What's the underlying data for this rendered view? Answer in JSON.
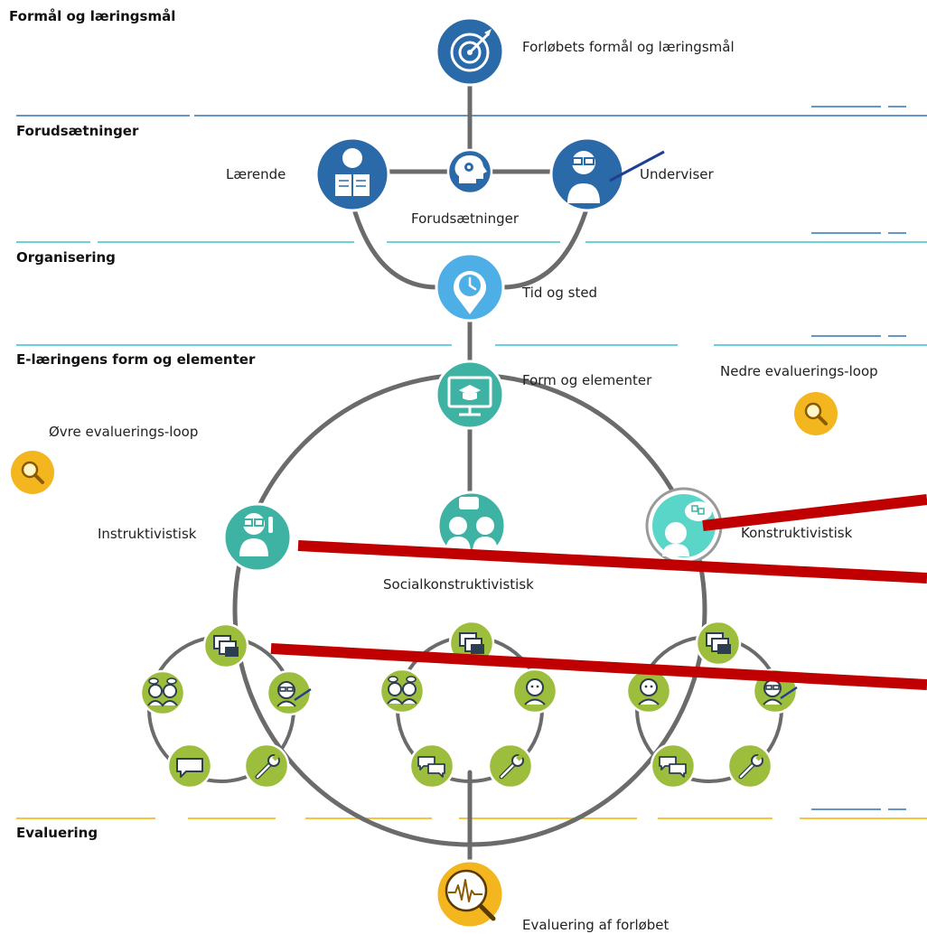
{
  "sections": {
    "formaal": "Formål og læringsmål",
    "forudsaetninger": "Forudsætninger",
    "organisering": "Organisering",
    "elaering": "E-læringens form og elementer",
    "evaluering": "Evaluering"
  },
  "nodes": {
    "formaal": "Forløbets formål og læringsmål",
    "laerende": "Lærende",
    "forudsaetninger": "Forudsætninger",
    "underviser": "Underviser",
    "tid": "Tid og sted",
    "form": "Form og elementer",
    "nedre_loop": "Nedre evaluerings-loop",
    "oevre_loop": "Øvre evaluerings-loop",
    "instruktivistisk": "Instruktivistisk",
    "socialkonstruktivistisk": "Socialkonstruktivistisk",
    "konstruktivistisk": "Konstruktivistisk",
    "evaluering": "Evaluering af forløbet"
  },
  "colors": {
    "dark_blue": "#2a6aa8",
    "light_blue": "#4eaee6",
    "teal": "#3fb3a3",
    "konstruktivistisk": "#5ad6c9",
    "olive_green": "#9dbd3c",
    "yellow": "#f3b61f",
    "connector": "#6b6b6b",
    "red_line": "#c00000",
    "rule_blue": "#2f75b5",
    "rule_cyan": "#3cc0d0",
    "rule_yellow": "#f0b400"
  },
  "icons": {
    "formaal": "target-icon",
    "laerende": "reading-student-icon",
    "forudsaetninger": "head-gears-icon",
    "underviser": "teacher-pointer-icon",
    "tid": "clock-pin-icon",
    "form": "monitor-graduation-cap-icon",
    "loop": "magnifier-icon",
    "instruktivistisk": "teacher-icon",
    "socialkonstruktivistisk": "two-people-icon",
    "konstruktivistisk": "thinking-person-icon",
    "element_material": "documents-icon",
    "element_group": "group-chat-icon",
    "element_teacher": "teacher-pointer-icon",
    "element_speech": "speech-bubble-icon",
    "element_tools": "wrench-icon",
    "element_person": "person-icon",
    "evaluering": "magnifier-waveform-icon"
  }
}
